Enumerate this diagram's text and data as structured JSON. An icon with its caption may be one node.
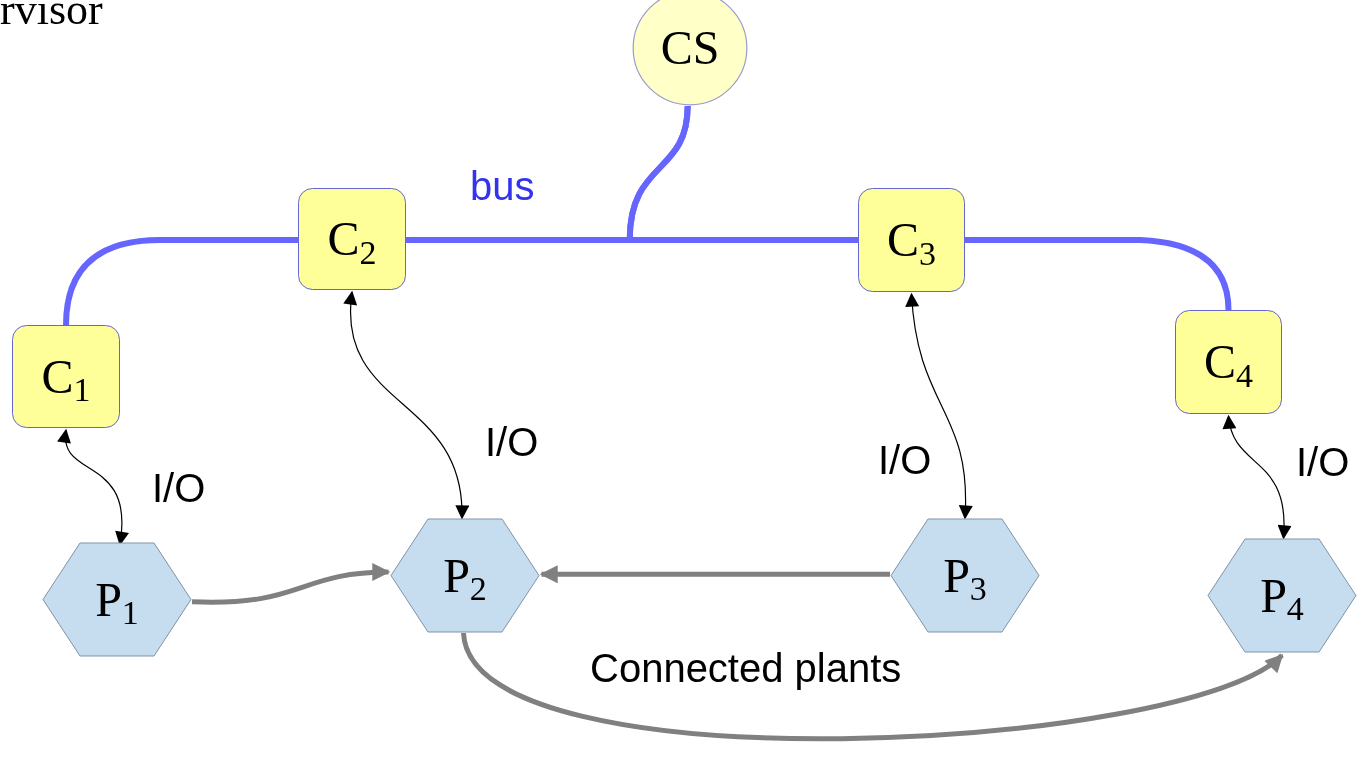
{
  "diagram": {
    "nodes": [
      {
        "text": [
          "CS"
        ]
      },
      {
        "text": [
          "C$_{1}$"
        ]
      },
      {
        "text": [
          "C$_{2}$"
        ]
      },
      {
        "text": [
          "C$_{3}$"
        ]
      },
      {
        "text": [
          "C$_{4}$"
        ]
      },
      {
        "text": [
          "P$_{1}$"
        ]
      },
      {
        "text": [
          "P$_{2}$"
        ]
      },
      {
        "text": [
          "P$_{3}$"
        ]
      },
      {
        "text": [
          "P$_{4}$"
        ]
      }
    ],
    "edges": [
      {
        "from": 1,
        "to": 2,
        "arrow": "none"
      },
      {
        "from": 2,
        "to": 3,
        "arrow": "none",
        "label": "bus"
      },
      {
        "from": 3,
        "to": 4,
        "arrow": "none"
      },
      {
        "from": 0,
        "to": 2,
        "arrow": "none"
      },
      {
        "from": 0,
        "to": 3,
        "arrow": "none"
      },
      {
        "from": 1,
        "to": 5,
        "arrow": "both",
        "color": "#000000"
      },
      {
        "from": 2,
        "to": 6,
        "arrow": "both",
        "color": "#000000"
      },
      {
        "from": 3,
        "to": 7,
        "arrow": "both",
        "color": "#000000"
      },
      {
        "from": 4,
        "to": 8,
        "arrow": "both",
        "color": "#000000"
      },
      {
        "from": 5,
        "to": 6,
        "arrow": "to",
        "color": "#808080"
      },
      {
        "from": 7,
        "to": 6,
        "arrow": "to",
        "color": "#808080"
      },
      {
        "from": 6,
        "to": 8,
        "arrow": "to",
        "color": "#808080",
        "label": "Connected plants"
      }
    ],
    "labels": [
      "rvisor",
      "I/O",
      "I/O",
      "I/O",
      "I/O"
    ]
  }
}
